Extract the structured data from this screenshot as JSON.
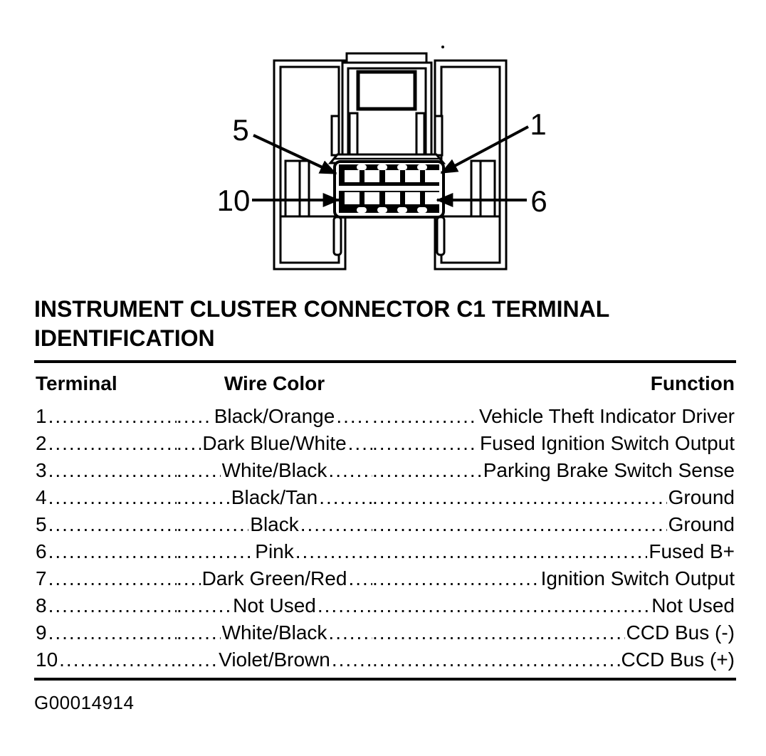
{
  "figure": {
    "callouts": {
      "pin5": "5",
      "pin1": "1",
      "pin10": "10",
      "pin6": "6"
    },
    "figure_id": "G00014914"
  },
  "section": {
    "title": "INSTRUMENT CLUSTER CONNECTOR C1 TERMINAL IDENTIFICATION"
  },
  "table": {
    "leader": "..........................................................................................................................................................",
    "headers": {
      "terminal": "Terminal",
      "wire_color": "Wire Color",
      "function": "Function"
    },
    "rows": [
      {
        "terminal": "1",
        "wire_color": "Black/Orange",
        "function": "Vehicle Theft Indicator Driver"
      },
      {
        "terminal": "2",
        "wire_color": "Dark Blue/White",
        "function": "Fused Ignition Switch Output"
      },
      {
        "terminal": "3",
        "wire_color": "White/Black",
        "function": "Parking Brake Switch Sense"
      },
      {
        "terminal": "4",
        "wire_color": "Black/Tan",
        "function": "Ground"
      },
      {
        "terminal": "5",
        "wire_color": "Black",
        "function": "Ground"
      },
      {
        "terminal": "6",
        "wire_color": "Pink",
        "function": "Fused B+"
      },
      {
        "terminal": "7",
        "wire_color": "Dark Green/Red",
        "function": "Ignition Switch Output"
      },
      {
        "terminal": "8",
        "wire_color": "Not Used",
        "function": "Not Used"
      },
      {
        "terminal": "9",
        "wire_color": "White/Black",
        "function": "CCD Bus (-)"
      },
      {
        "terminal": "10",
        "wire_color": "Violet/Brown",
        "function": "CCD Bus (+)"
      }
    ]
  },
  "colors": {
    "ink": "#000000",
    "background": "#ffffff"
  }
}
